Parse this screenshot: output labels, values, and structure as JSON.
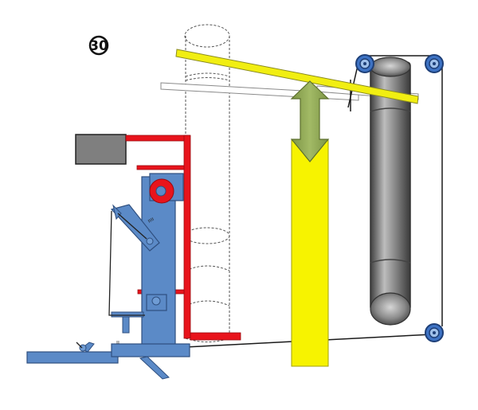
{
  "diagram": {
    "step_number": "30",
    "part_marks": {
      "lever_mark": "ıııı",
      "base_mark": "ıı"
    },
    "colors": {
      "frame_red": "#e8141c",
      "mechanism_blue": "#5b8ac7",
      "mechanism_blue_dark": "#3a5f93",
      "top_bar_yellow": "#f1ee12",
      "column_yellow": "#f7f300",
      "arrow_green": "#8ea752",
      "weight_gray": "#7f7f7f",
      "roller_gray": "#6e6e6e",
      "pulley_blue": "#3e73c4"
    },
    "icons": [
      "pulley-icon",
      "double-arrow-icon",
      "pivot-icon"
    ]
  }
}
